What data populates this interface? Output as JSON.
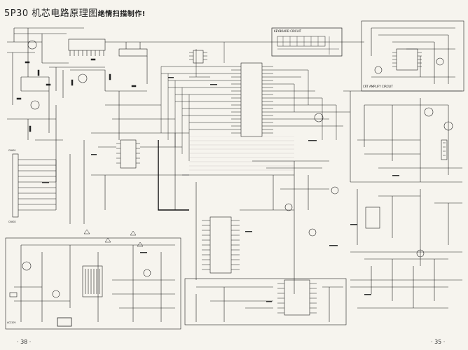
{
  "title": {
    "main": "5P30 机芯电路原理图",
    "sub": "绝情扫描制作!"
  },
  "pages": {
    "left": "· 38 ·",
    "right": "· 35 ·"
  },
  "subcircuits": {
    "keyboard": "KEYBOARD CIRCUIT",
    "crt_amp": "CRT AMPLIFY CIRCUIT"
  },
  "connectors": {
    "cn401": "CN401",
    "cn402": "CN402",
    "ac_input": "AC220V"
  }
}
